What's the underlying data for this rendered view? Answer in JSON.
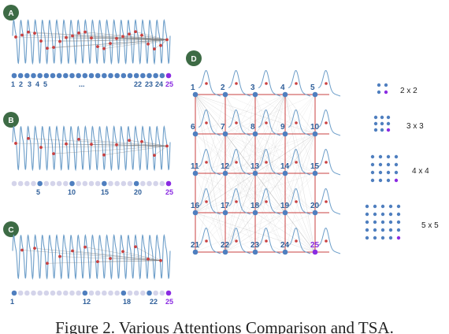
{
  "panels": {
    "a": {
      "badge": "A",
      "labels": [
        "1",
        "2",
        "3",
        "4",
        "5",
        "...",
        "22",
        "23",
        "24",
        "25"
      ],
      "dot_count": 25
    },
    "b": {
      "badge": "B",
      "labels": [
        "5",
        "10",
        "15",
        "20",
        "25"
      ],
      "dot_count": 25
    },
    "c": {
      "badge": "C",
      "labels": [
        "1",
        "12",
        "18",
        "22",
        "25"
      ],
      "dot_count": 25
    },
    "d": {
      "badge": "D",
      "grid_labels": [
        "1",
        "2",
        "3",
        "4",
        "5",
        "6",
        "7",
        "8",
        "9",
        "10",
        "11",
        "12",
        "13",
        "14",
        "15",
        "16",
        "17",
        "18",
        "19",
        "20",
        "21",
        "22",
        "23",
        "24",
        "25"
      ]
    }
  },
  "legend": [
    {
      "label": "2 x 2",
      "n": 2
    },
    {
      "label": "3 x 3",
      "n": 3
    },
    {
      "label": "4 x 4",
      "n": 4
    },
    {
      "label": "5 x 5",
      "n": 5
    }
  ],
  "caption": "Figure 2. Various Attentions Comparison and TSA.",
  "colors": {
    "badge": "#3d6b45",
    "signal": "#6d9ec9",
    "node": "#4f7fbf",
    "node_faint": "#d4d4ea",
    "highlight": "#8a2be2",
    "attention_red": "#c94040",
    "label": "#2f5f9a"
  }
}
